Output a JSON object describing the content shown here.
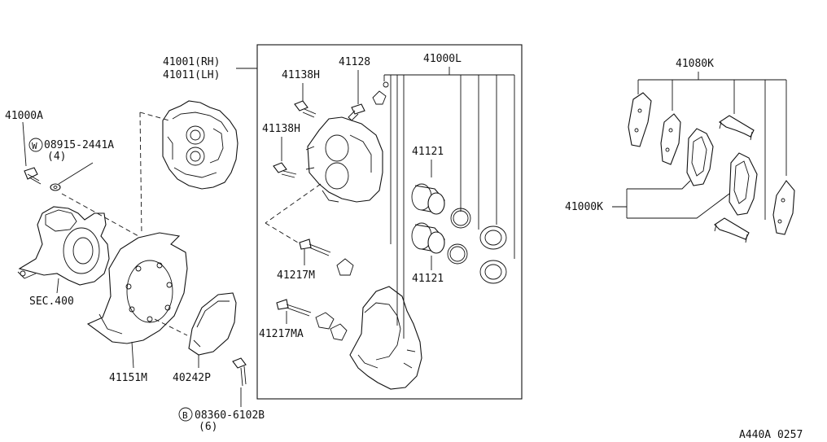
{
  "labels": {
    "caliper_rh": "41001(RH)",
    "caliper_lh": "41011(LH)",
    "bolt_41128": "41128",
    "kit_41000L": "41000L",
    "pin_41138H_top": "41138H",
    "pin_41138H_mid": "41138H",
    "piston_upper": "41121",
    "piston_lower": "41121",
    "pin_41217M": "41217M",
    "pin_41217MA": "41217MA",
    "bolt_41000A": "41000A",
    "washer_part": "08915-2441A",
    "washer_qty": "(4)",
    "washer_symbol": "W",
    "knuckle_ref": "SEC.400",
    "plate_41151M": "41151M",
    "shield_40242P": "40242P",
    "bolt_part": "08360-6102B",
    "bolt_qty": "(6)",
    "bolt_symbol": "B",
    "pad_kit_41080K": "41080K",
    "pad_kit_41000K": "41000K",
    "diagram_code": "A440A 0257"
  },
  "colors": {
    "line": "#111111",
    "background": "#ffffff"
  },
  "icons": {
    "washer_marker": "circle-w-icon",
    "bolt_marker": "circle-b-icon"
  }
}
